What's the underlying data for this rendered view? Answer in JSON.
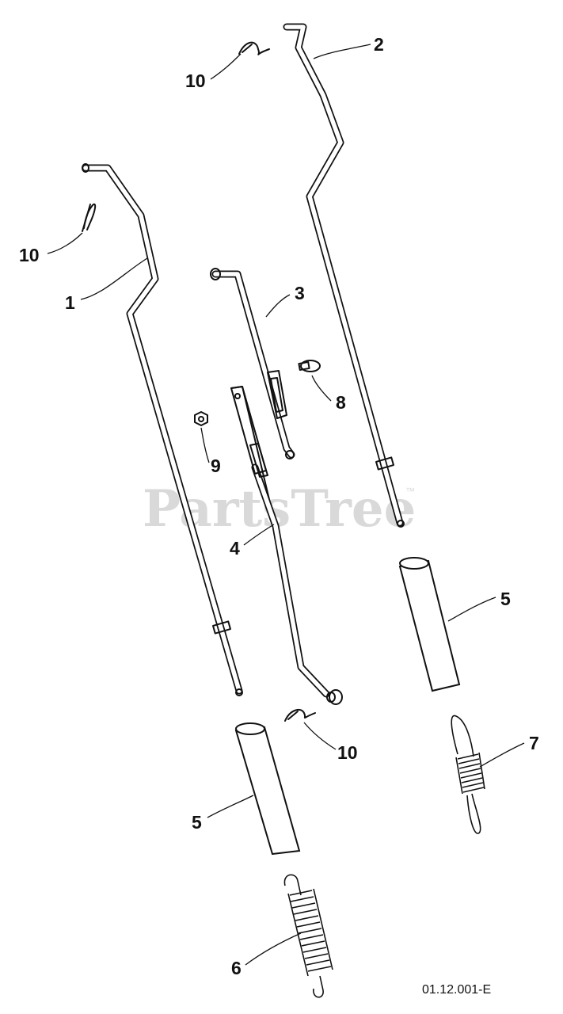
{
  "watermark": {
    "text": "PartsTree",
    "trademark": "™"
  },
  "reference_code": "01.12.001-E",
  "callouts": {
    "c1": "1",
    "c2": "2",
    "c3": "3",
    "c4": "4",
    "c5a": "5",
    "c5b": "5",
    "c6": "6",
    "c7": "7",
    "c8": "8",
    "c9": "9",
    "c10a": "10",
    "c10b": "10",
    "c10c": "10"
  }
}
